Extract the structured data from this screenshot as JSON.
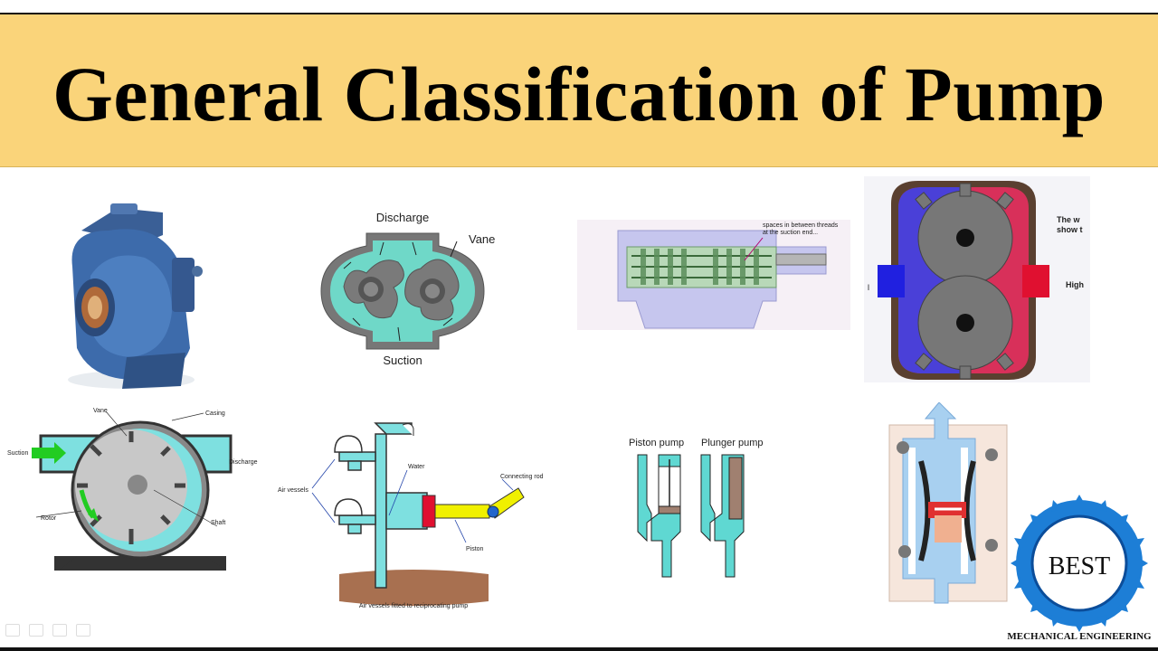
{
  "title": "General Classification of Pump",
  "labels": {
    "lobe_discharge": "Discharge",
    "lobe_suction": "Suction",
    "lobe_vane": "Vane",
    "screw_note_1": "spaces in between threads",
    "screw_note_2": "at the suction end...",
    "gear_note_1": "The w",
    "gear_note_2": "show t",
    "gear_high": "High",
    "gear_low": "l",
    "vane_vane": "Vane",
    "vane_casing": "Casing",
    "vane_suction": "Suction",
    "vane_discharge": "Discharge",
    "vane_rotor": "Rotor",
    "vane_shaft": "Shaft",
    "recip_air_vessels": "Air vessels",
    "recip_water": "Water",
    "recip_connecting_rod": "Connecting rod",
    "recip_piston": "Piston",
    "recip_caption": "Air vessels fitted to reciprocating pump",
    "piston_pump": "Piston pump",
    "plunger_pump": "Plunger pump"
  },
  "logo": {
    "text": "BEST",
    "caption": "MECHANICAL ENGINEERING"
  },
  "colors": {
    "banner": "#fad47a",
    "fluid": "#5fd8d2",
    "logo_blue": "#1d7ed6"
  }
}
